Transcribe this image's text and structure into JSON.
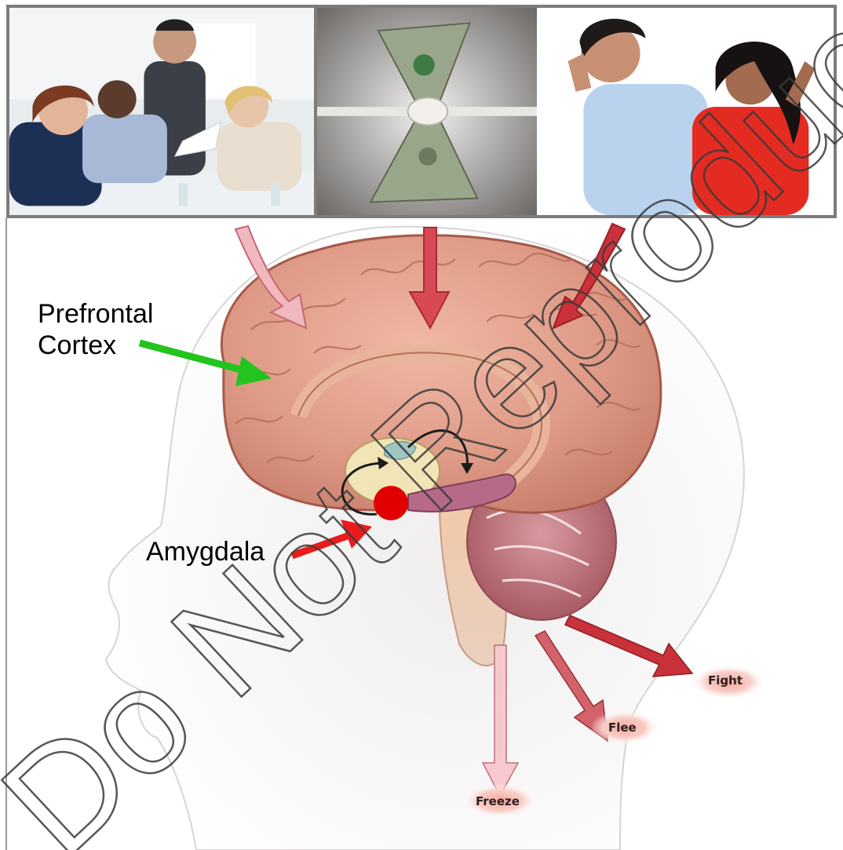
{
  "labels": {
    "prefrontal_line1": "Prefrontal",
    "prefrontal_line2": "Cortex",
    "amygdala": "Amygdala"
  },
  "responses": {
    "fight": "Fight",
    "flee": "Flee",
    "freeze": "Freeze"
  },
  "watermark": "Do Not Reproduce",
  "photos": [
    {
      "name": "stressed-office-team-photo"
    },
    {
      "name": "money-tied-rope-photo"
    },
    {
      "name": "stressed-couple-photo"
    }
  ],
  "colors": {
    "prefrontal_arrow": "#22c41e",
    "amygdala_arrow": "#e81c1c",
    "amygdala_dot": "#e00000",
    "stress_arrow_light": "#f2b8bf",
    "stress_arrow_dark": "#c9323a",
    "photo_border": "#7c7c7c"
  }
}
